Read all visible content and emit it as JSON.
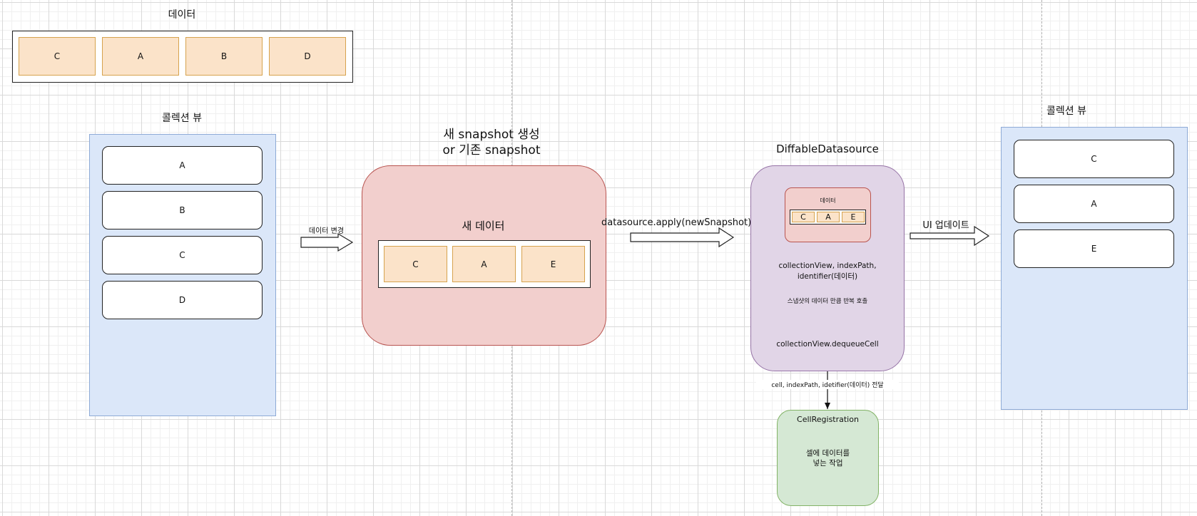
{
  "top_data": {
    "title": "데이터",
    "items": [
      "C",
      "A",
      "B",
      "D"
    ]
  },
  "left_view": {
    "title": "콜렉션 뷰",
    "items": [
      "A",
      "B",
      "C",
      "D"
    ]
  },
  "arrow_change": {
    "label": "데이터 변경"
  },
  "snapshot": {
    "title_line1": "새 snapshot 생성",
    "title_line2": "or 기존 snapshot",
    "inner_title": "새 데이터",
    "items": [
      "C",
      "A",
      "E"
    ]
  },
  "arrow_apply": {
    "label": "datasource.apply(newSnapshot)"
  },
  "diffable": {
    "title": "DiffableDatasource",
    "data_title": "데이터",
    "items": [
      "C",
      "A",
      "E"
    ],
    "params_line1": "collectionView, indexPath,",
    "params_line2": "identifier(데이터)",
    "loop_label": "스냅샷의 데이터 만큼 반복 호출",
    "dequeue": "collectionView.dequeueCell",
    "pass_label": "cell, indexPath, idetifier(데이터) 전달"
  },
  "cell_registration": {
    "title": "CellRegistration",
    "desc_line1": "셀에 데이터를",
    "desc_line2": "넣는 작업"
  },
  "arrow_update": {
    "label": "UI 업데이트"
  },
  "right_view": {
    "title": "콜렉션 뷰",
    "items": [
      "C",
      "A",
      "E"
    ]
  },
  "colors": {
    "peach": "#fbe3c9",
    "blue_panel": "#dbe7f9",
    "pink_panel": "#f2cfcd",
    "purple_panel": "#e1d5e7",
    "green_panel": "#d5e8d4"
  }
}
